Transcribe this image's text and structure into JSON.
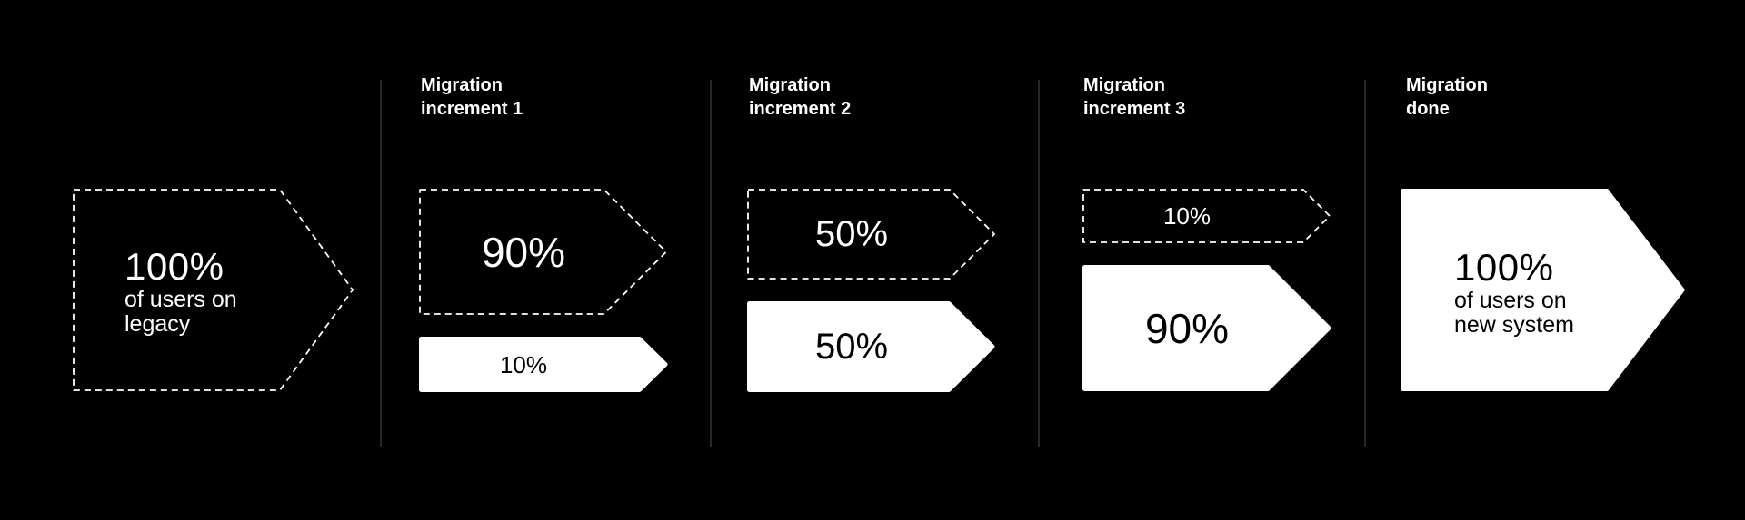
{
  "colors": {
    "background": "#000000",
    "divider_line": "#282828",
    "arrow_fill_white": "#ffffff",
    "arrow_outline_dashed": "#ffffff",
    "text_on_black": "#ffffff",
    "text_on_white": "#000000"
  },
  "stages": [
    {
      "id": "start",
      "bars": [
        {
          "kind": "dashed",
          "value": "100%",
          "caption_line1": "of users on",
          "caption_line2": "legacy"
        }
      ]
    },
    {
      "id": "increment-1",
      "heading": {
        "line1": "Migration",
        "line2": "increment 1"
      },
      "bars": [
        {
          "kind": "dashed",
          "value": "90%"
        },
        {
          "kind": "solid",
          "value": "10%"
        }
      ]
    },
    {
      "id": "increment-2",
      "heading": {
        "line1": "Migration",
        "line2": "increment 2"
      },
      "bars": [
        {
          "kind": "dashed",
          "value": "50%"
        },
        {
          "kind": "solid",
          "value": "50%"
        }
      ]
    },
    {
      "id": "increment-3",
      "heading": {
        "line1": "Migration",
        "line2": "increment 3"
      },
      "bars": [
        {
          "kind": "dashed",
          "value": "10%"
        },
        {
          "kind": "solid",
          "value": "90%"
        }
      ]
    },
    {
      "id": "done",
      "heading": {
        "line1": "Migration",
        "line2": "done"
      },
      "bars": [
        {
          "kind": "solid",
          "value": "100%",
          "caption_line1": "of users on",
          "caption_line2": "new system"
        }
      ]
    }
  ]
}
